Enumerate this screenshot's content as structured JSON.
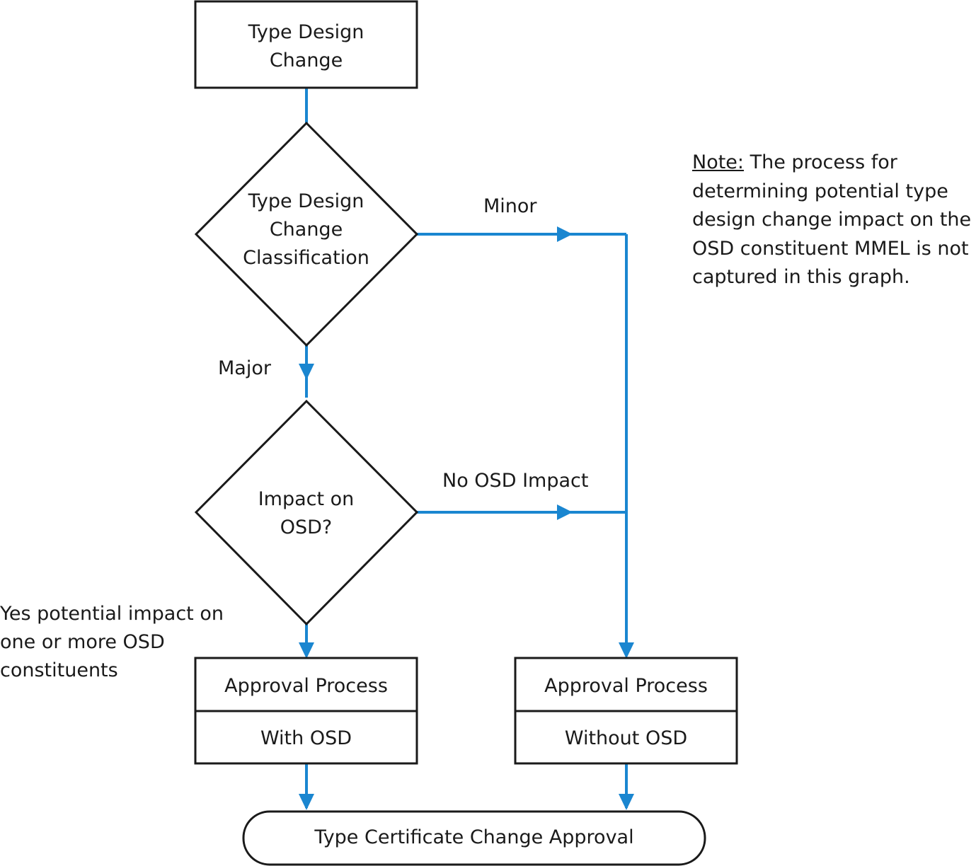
{
  "nodes": {
    "start": {
      "lines": [
        "Type Design",
        "Change"
      ]
    },
    "classification": {
      "lines": [
        "Type Design",
        "Change",
        "Classification"
      ]
    },
    "impact": {
      "lines": [
        "Impact on",
        "OSD?"
      ]
    },
    "approval_with": {
      "top": "Approval Process",
      "bottom": "With OSD"
    },
    "approval_without": {
      "top": "Approval Process",
      "bottom": "Without OSD"
    },
    "end": {
      "label": "Type Certificate Change Approval"
    }
  },
  "edges": {
    "minor": "Minor",
    "major": "Major",
    "no_impact": "No OSD Impact",
    "yes_impact": [
      "Yes potential impact on",
      "one or more OSD",
      "constituents"
    ]
  },
  "note": {
    "heading": "Note:",
    "lines": [
      " The process for",
      "determining potential type",
      "design change impact on the",
      "OSD constituent MMEL is not",
      "captured in this graph."
    ]
  },
  "colors": {
    "connector": "#1a86d0",
    "outline": "#1a1a1a"
  }
}
